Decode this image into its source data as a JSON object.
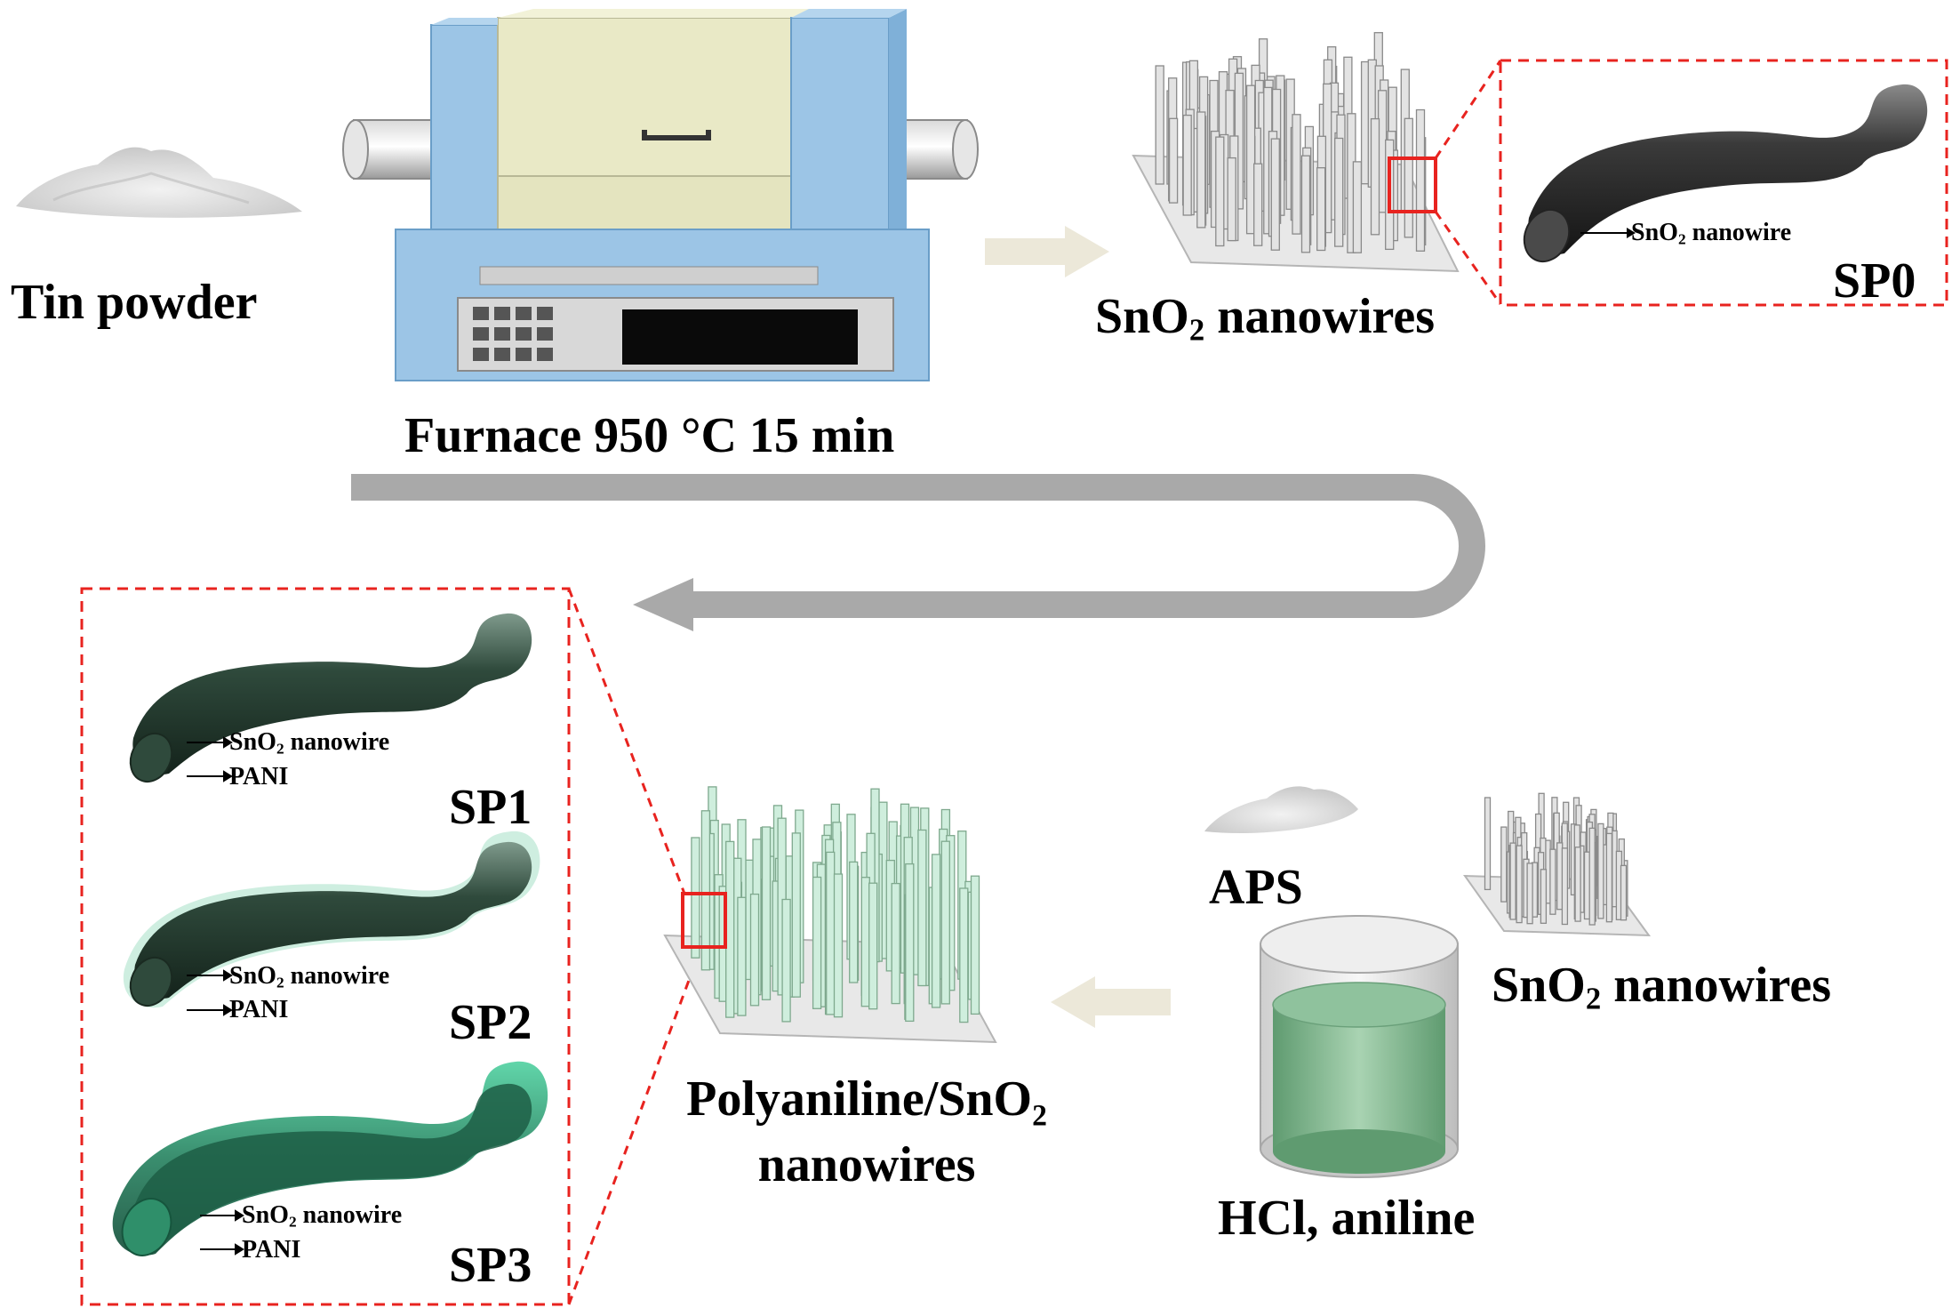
{
  "labels": {
    "tin_powder": "Tin powder",
    "furnace": "Furnace 950 °C 15 min",
    "sno2_prefix": "SnO",
    "sub_2": "2",
    "nanowires": " nanowires",
    "nanowire": " nanowire",
    "aps": "APS",
    "hcl_aniline": "HCl, aniline",
    "polyaniline_line1": "Polyaniline/SnO₂",
    "polyaniline_line2": "nanowires",
    "pani": "PANI"
  },
  "samples": {
    "sp0": "SP0",
    "sp1": "SP1",
    "sp2": "SP2",
    "sp3": "SP3"
  },
  "colors": {
    "furnace_blue": "#9cc5e6",
    "furnace_cream": "#e9e9c6",
    "nanowire_dark": "#2e2e2e",
    "pani_green": "#3fae84",
    "flow_arrow": "#a9a9a9",
    "step_arrow": "#ece8d9",
    "zoom_box": "#e8231f",
    "solution_green": "#7fb58d"
  }
}
